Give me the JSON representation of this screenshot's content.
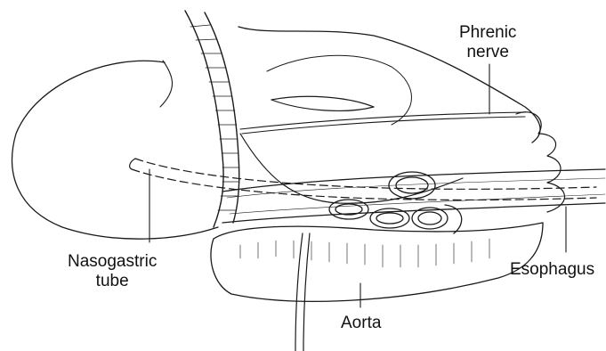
{
  "labels": {
    "phrenic_line1": "Phrenic",
    "phrenic_line2": "nerve",
    "nasogastric_line1": "Nasogastric",
    "nasogastric_line2": "tube",
    "esophagus": "Esophagus",
    "aorta": "Aorta"
  },
  "colors": {
    "ink": "#1a1a1a",
    "background": "#ffffff"
  }
}
